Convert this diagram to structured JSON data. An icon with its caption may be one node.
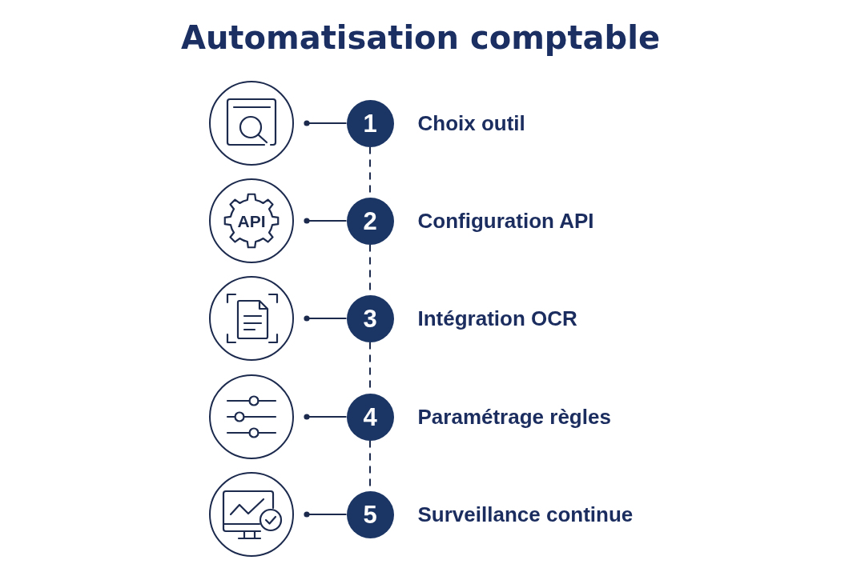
{
  "diagram": {
    "title": "Automatisation comptable",
    "nodes": [
      {
        "text": [],
        "shape": "circle"
      },
      {
        "text": [
          "1"
        ],
        "beside": [
          "Choix outil"
        ]
      },
      {
        "text": [
          "API"
        ]
      },
      {
        "text": [
          "2"
        ],
        "beside": [
          "Configuration API"
        ]
      },
      {
        "text": [],
        "shape": "circle"
      },
      {
        "text": [
          "3"
        ],
        "beside": [
          "Intégration OCR"
        ]
      },
      {
        "text": [],
        "shape": "circle"
      },
      {
        "text": [
          "4"
        ],
        "beside": [
          "Paramétrage règles"
        ]
      },
      {
        "text": [],
        "shape": "circle"
      },
      {
        "text": [
          "5"
        ],
        "beside": [
          "Surveillance continue"
        ]
      }
    ],
    "edges": [
      {
        "from": 0,
        "to": 1,
        "arrow": "other"
      },
      {
        "from": 1,
        "to": 3,
        "arrow": "none",
        "style": "dashed"
      },
      {
        "from": 2,
        "to": 3,
        "arrow": "other"
      },
      {
        "from": 3,
        "to": 5,
        "arrow": "none",
        "style": "dashed"
      },
      {
        "from": 4,
        "to": 5,
        "arrow": "other"
      },
      {
        "from": 5,
        "to": 7,
        "arrow": "none",
        "style": "dashed"
      },
      {
        "from": 6,
        "to": 7,
        "arrow": "other"
      },
      {
        "from": 7,
        "to": 9,
        "arrow": "none",
        "style": "dashed"
      },
      {
        "from": 8,
        "to": 9,
        "arrow": "other"
      }
    ]
  }
}
